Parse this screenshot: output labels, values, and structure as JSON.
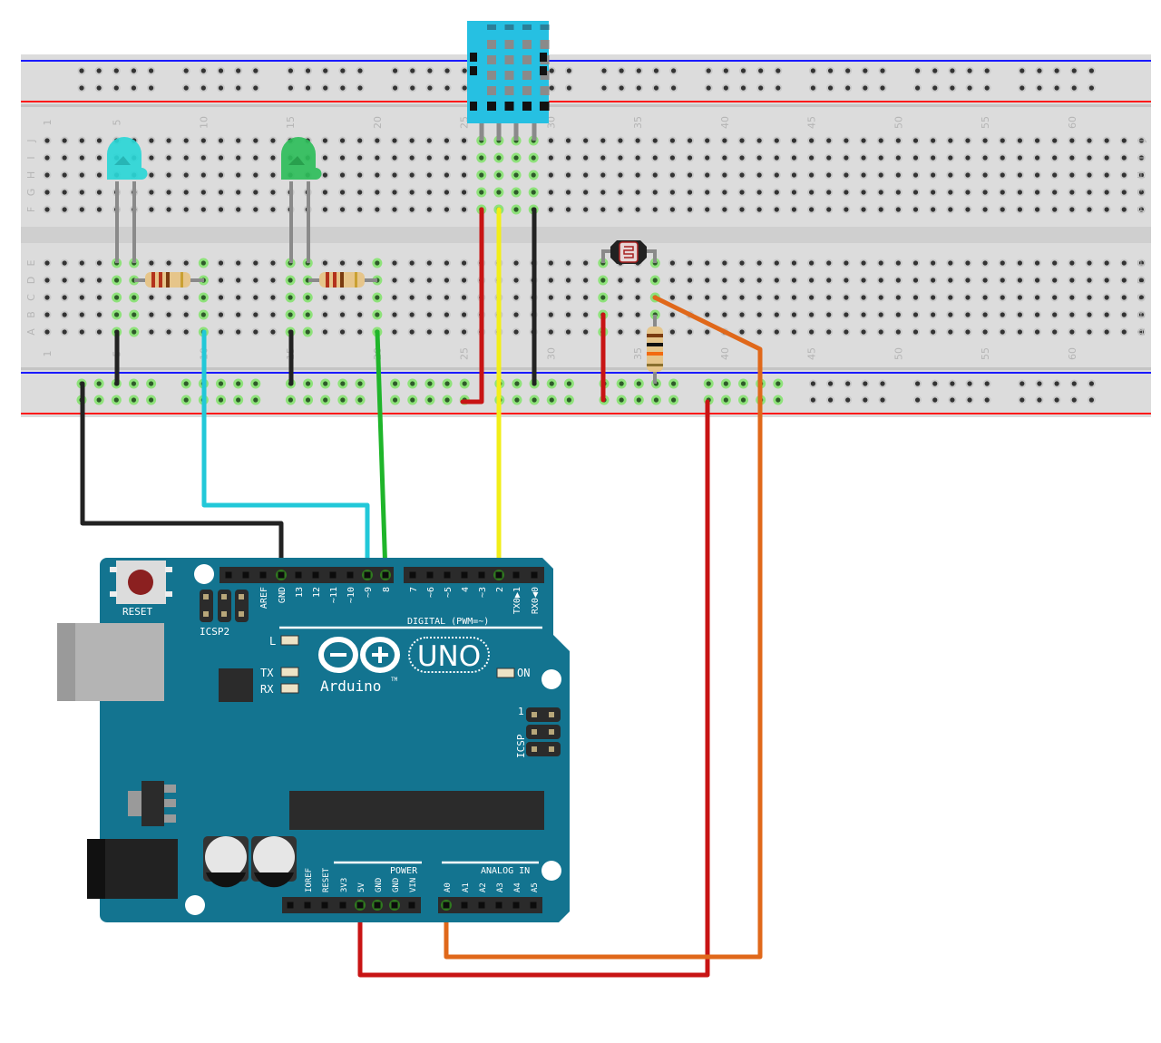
{
  "breadboard": {
    "column_labels": [
      "1",
      "5",
      "10",
      "15",
      "20",
      "25",
      "30",
      "35",
      "40",
      "45",
      "50",
      "55",
      "60"
    ],
    "row_labels_top": [
      "J",
      "I",
      "H",
      "G",
      "F"
    ],
    "row_labels_bottom": [
      "E",
      "D",
      "C",
      "B",
      "A"
    ],
    "rail_colors": {
      "negative": "#1a1aff",
      "positive": "#ff1a1a"
    }
  },
  "arduino": {
    "reset_label": "RESET",
    "icsp2_label": "ICSP2",
    "icsp_label": "ICSP",
    "icsp_pin1": "1",
    "digital_pins": [
      "AREF",
      "GND",
      "13",
      "12",
      "~11",
      "~10",
      "~9",
      "8",
      "7",
      "~6",
      "~5",
      "4",
      "~3",
      "2",
      "TX0▶1",
      "RX0◀0"
    ],
    "digital_label": "DIGITAL (PWM=~)",
    "led_L": "L",
    "led_TX": "TX",
    "led_RX": "RX",
    "led_ON": "ON",
    "brand": "Arduino",
    "trademark": "TM",
    "model": "UNO",
    "power_label": "POWER",
    "power_pins": [
      "IOREF",
      "RESET",
      "3V3",
      "5V",
      "GND",
      "GND",
      "VIN"
    ],
    "analog_label": "ANALOG IN",
    "analog_pins": [
      "A0",
      "A1",
      "A2",
      "A3",
      "A4",
      "A5"
    ],
    "board_color": "#137490"
  },
  "components": {
    "led1_color": "#2ad6d6",
    "led2_color": "#2ebd5a",
    "dht_color": "#26c0e2"
  },
  "wires": {
    "black": "#222222",
    "cyan": "#22c8d8",
    "green": "#1fb52a",
    "yellow": "#f2ee18",
    "red": "#c81414",
    "orange": "#e0681a"
  }
}
